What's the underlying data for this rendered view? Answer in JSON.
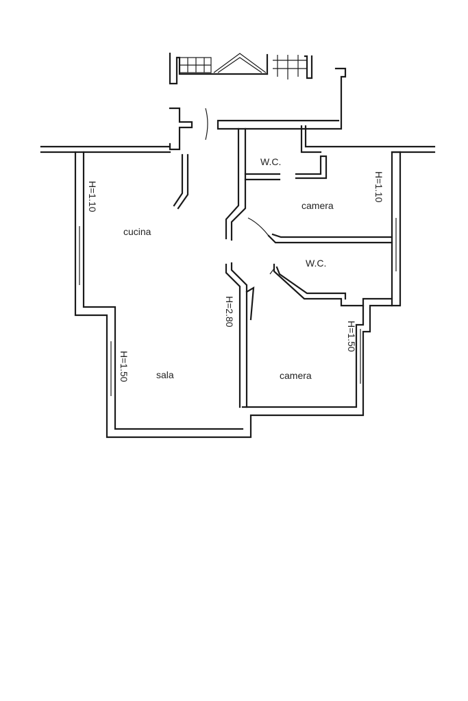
{
  "rooms": {
    "wc_top": "W.C.",
    "camera_top": "camera",
    "cucina": "cucina",
    "wc_mid": "W.C.",
    "sala": "sala",
    "camera_bottom": "camera"
  },
  "heights": {
    "left": "H=1.10",
    "right": "H=1.10",
    "center": "H=2.80",
    "sala": "H=1.50",
    "camera": "H=1.50"
  }
}
